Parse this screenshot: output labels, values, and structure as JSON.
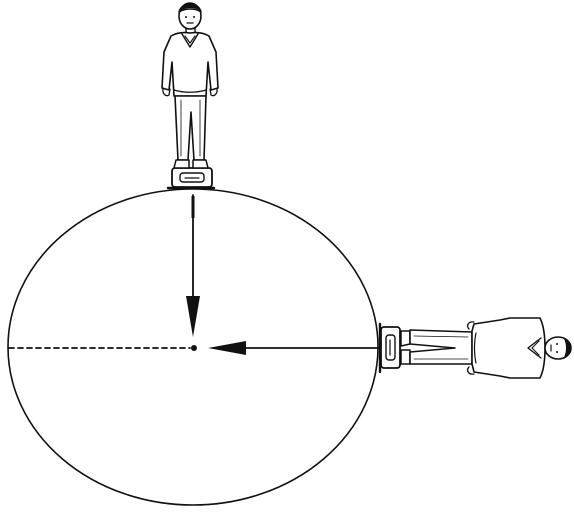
{
  "diagram": {
    "ink_color": "#111111",
    "background_color": "#ffffff",
    "elements": [
      "earth-ellipse",
      "earth-center-point",
      "horizontal-dashed-axis",
      "vertical-gravity-arrow",
      "horizontal-gravity-arrow",
      "standing-person-top",
      "scale-top",
      "lying-person-right",
      "scale-right"
    ]
  }
}
